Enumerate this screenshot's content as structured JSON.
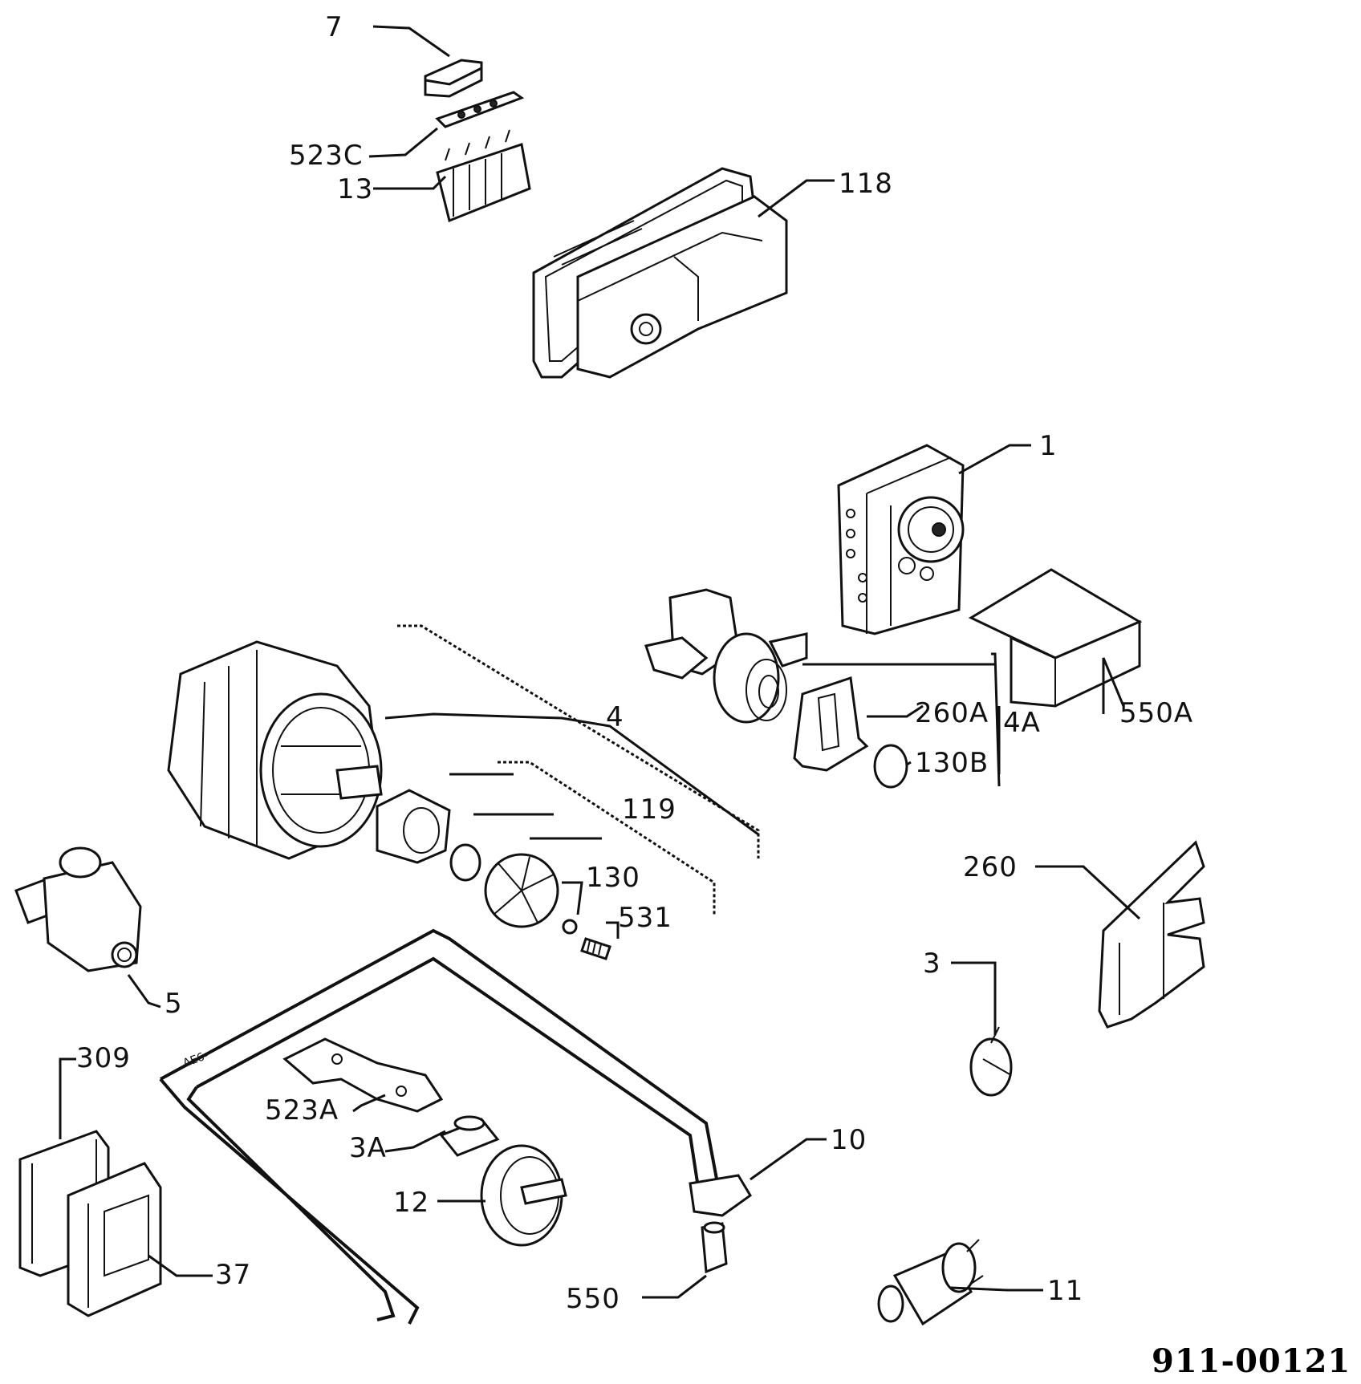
{
  "labels": {
    "p7": "7",
    "p523c": "523C",
    "p13": "13",
    "p118": "118",
    "p1": "1",
    "p4": "4",
    "p119": "119",
    "p260a": "260A",
    "p4a": "4A",
    "p550a": "550A",
    "p130b": "130B",
    "p130": "130",
    "p531": "531",
    "p260": "260",
    "p5": "5",
    "p3": "3",
    "p309": "309",
    "p523a": "523A",
    "p3a": "3A",
    "p10": "10",
    "p12": "12",
    "p37": "37",
    "p550": "550",
    "p11": "11",
    "heater_mark": "ΔE6-"
  },
  "drawing_code": "911-00121"
}
